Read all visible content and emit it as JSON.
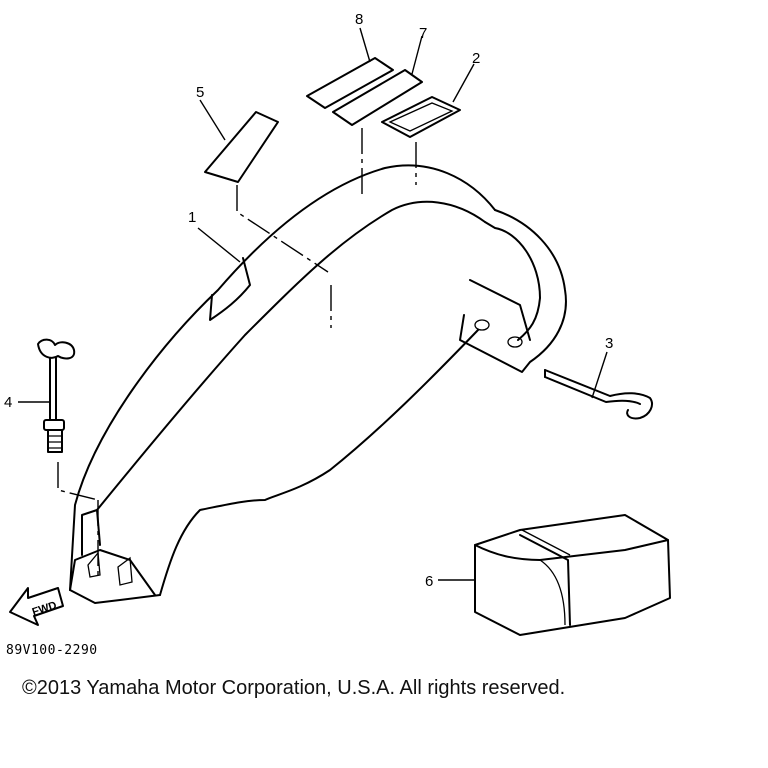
{
  "callouts": {
    "c1": "1",
    "c2": "2",
    "c3": "3",
    "c4": "4",
    "c5": "5",
    "c6": "6",
    "c7": "7",
    "c8": "8"
  },
  "direction_badge": "FWD",
  "drawing_code": "89V100-2290",
  "copyright": "©2013 Yamaha Motor Corporation, U.S.A. All rights reserved."
}
